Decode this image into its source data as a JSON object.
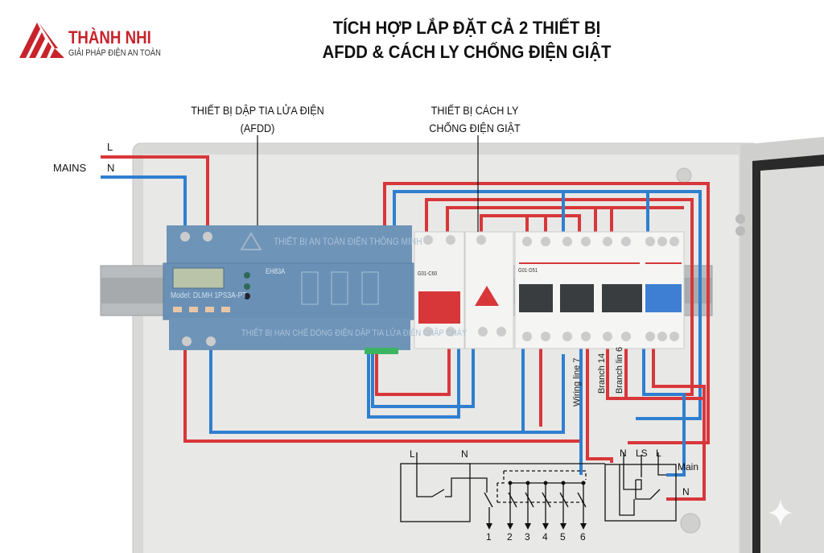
{
  "logo": {
    "brand": "THÀNH NHI",
    "slogan": "GIẢI PHÁP ĐIỆN AN TOÀN"
  },
  "title": {
    "line1": "TÍCH HỢP LẮP ĐẶT CẢ 2 THIẾT BỊ",
    "line2": "AFDD & CÁCH LY CHỐNG ĐIỆN GIẬT"
  },
  "callouts": {
    "afdd_line1": "THIẾT BỊ DẬP TIA LỬA ĐIỆN",
    "afdd_line2": "(AFDD)",
    "isolation_line1": "THIẾT BỊ CÁCH LY",
    "isolation_line2": "CHỐNG ĐIỆN GIẬT"
  },
  "mains": {
    "label": "MAINS",
    "l": "L",
    "n": "N"
  },
  "afdd_device": {
    "top_text": "THIẾT BỊ AN TOÀN ĐIỆN THÔNG MINH",
    "model": "Model: DLMH 1PS3A-PT",
    "code": "EH83A",
    "bottom_text": "THIẾT BỊ HẠN CHẾ DÒNG ĐIỆN DẬP TIA LỬA ĐIỆN CHẬP CHÁY"
  },
  "breakers": {
    "rcbo_model": "G01-C60",
    "mcb_model": "G01-D51"
  },
  "wire_labels": {
    "wiring_line": "Wiring line 7",
    "branch14": "Branch 14",
    "branch6": "Branch lin 6"
  },
  "schematic": {
    "left_l": "L",
    "left_n": "N",
    "right_n": "N",
    "right_ls": "LS",
    "right_l": "L",
    "main": "Main",
    "n_out": "N",
    "outputs": [
      "1",
      "2",
      "3",
      "4",
      "5",
      "6"
    ]
  },
  "colors": {
    "live": "#d8373a",
    "neutral": "#2f7fd0",
    "afdd": "#6e94b8",
    "brand": "#c8232c"
  }
}
